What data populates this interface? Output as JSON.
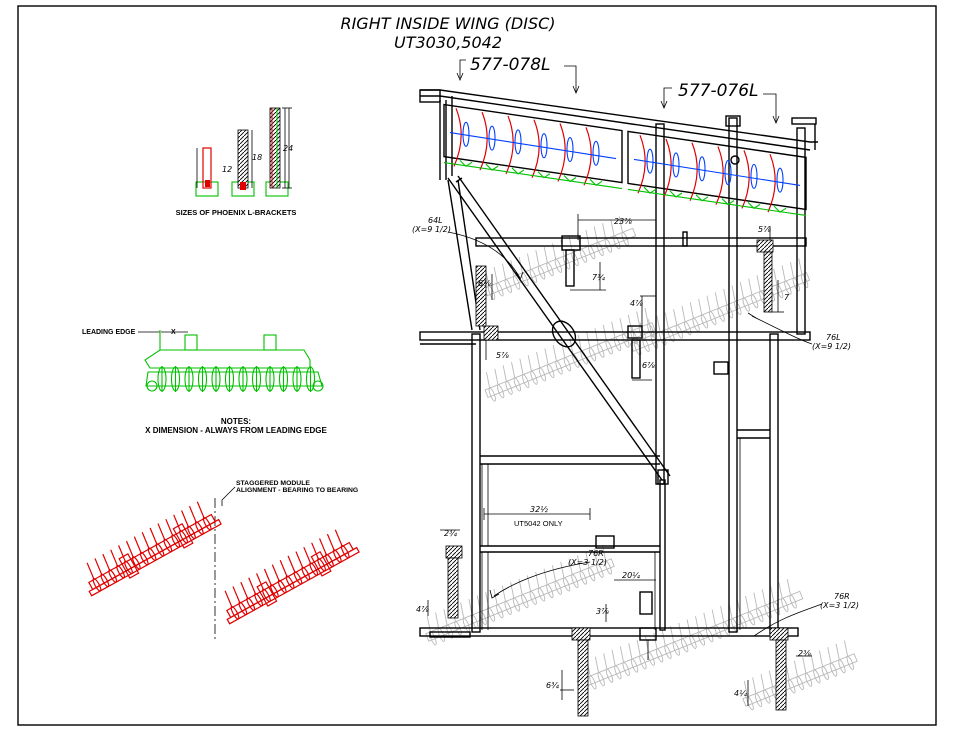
{
  "title": {
    "line1": "RIGHT  INSIDE  WING  (DISC)",
    "line2": "UT3030,5042"
  },
  "parts": {
    "left_label": "577-078L",
    "right_label": "577-076L"
  },
  "brackets": {
    "caption": "SIZES OF PHOENIX L-BRACKETS",
    "sizes": [
      "12",
      "18",
      "24"
    ]
  },
  "notes": {
    "leading_edge": "LEADING EDGE",
    "x_marker": "X",
    "heading": "NOTES:",
    "text": "X DIMENSION  -  ALWAYS FROM LEADING EDGE"
  },
  "staggered": {
    "line1": "STAGGERED MODULE",
    "line2": "ALIGNMENT  -  BEARING TO BEARING"
  },
  "positions": {
    "p64l_name": "64L",
    "p64l_x": "(X=9  1/2)",
    "p76l_name": "76L",
    "p76l_x": "(X=9  1/2)",
    "p76r_a_name": "76R",
    "p76r_a_x": "(X=3  1/2)",
    "p76r_b_name": "76R",
    "p76r_b_x": "(X=3  1/2)"
  },
  "dims": {
    "d_23": "23⅞",
    "d_5": "5⅞",
    "d_7q": "7¼",
    "d_6a": "6⅞",
    "d_4": "4⅞",
    "d_7": "7",
    "d_5b": "5⅞",
    "d_6b": "6⅞",
    "d_32": "32½",
    "ut_only": "UT5042 ONLY",
    "d_2a": "2¾",
    "d_20": "20¼",
    "d_4b": "4⅞",
    "d_3": "3⅞",
    "d_2b": "2⅜",
    "d_6c": "6¾",
    "d_4c": "4¼"
  }
}
